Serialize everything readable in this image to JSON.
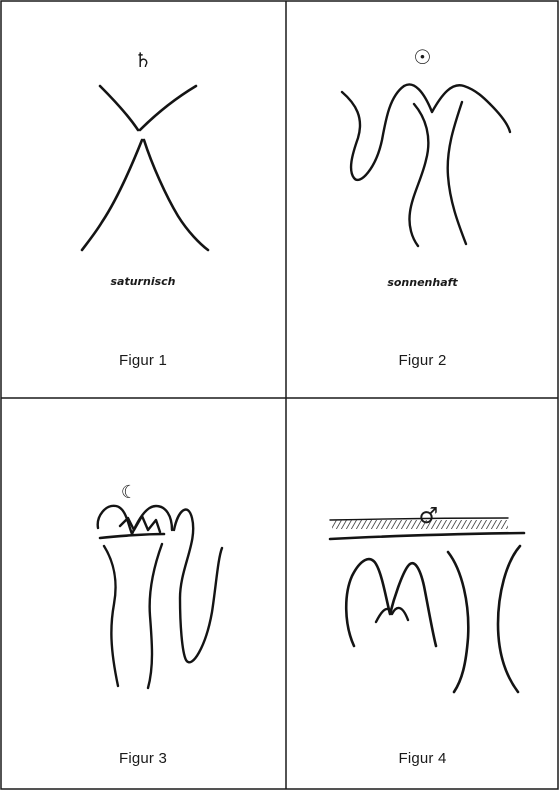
{
  "figures": [
    {
      "caption": "Figur 1",
      "label": "saturnisch",
      "symbol": "♄"
    },
    {
      "caption": "Figur 2",
      "label": "sonnenhaft",
      "symbol": "☉"
    },
    {
      "caption": "Figur 3",
      "label": "",
      "symbol": "☾"
    },
    {
      "caption": "Figur 4",
      "label": "",
      "symbol": "♂"
    }
  ]
}
